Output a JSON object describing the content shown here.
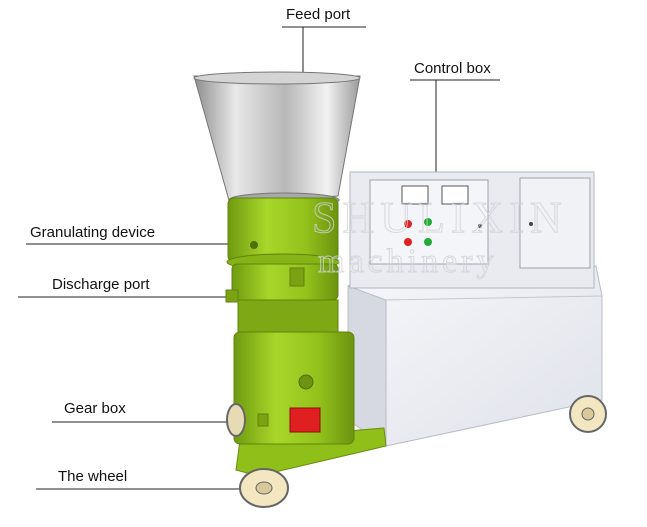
{
  "labels": {
    "feed_port": "Feed port",
    "control_box": "Control box",
    "granulating_device": "Granulating device",
    "discharge_port": "Discharge port",
    "gear_box": "Gear box",
    "the_wheel": "The wheel"
  },
  "watermark": {
    "brand": "SHULIXIN",
    "subtitle": "machinery"
  },
  "colors": {
    "machine_green": "#9ccc1e",
    "steel_hopper": "#c8c8c8",
    "cabinet_white": "#eef0f5",
    "red_button": "#e02020",
    "green_button": "#22aa33"
  }
}
